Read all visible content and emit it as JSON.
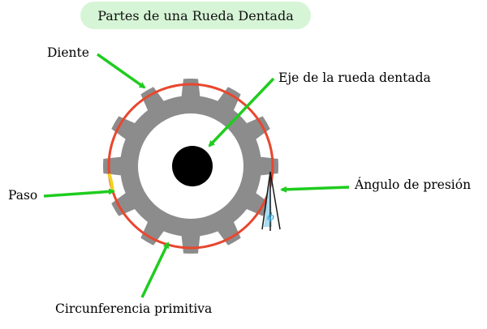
{
  "title": "Partes de una Rueda Dentada",
  "labels": {
    "diente": "Diente",
    "eje": "Eje de la rueda dentada",
    "paso": "Paso",
    "angulo": "Ángulo de presión",
    "circunferencia": "Circunferencia primitiva"
  },
  "symbols": {
    "phi": "ϕ"
  },
  "colors": {
    "gear": "#8c8c8c",
    "pitch_circle": "#e8472f",
    "arrows": "#1fcc1f",
    "pitch_arc": "#f2d21b",
    "angle_fill": "#a9dcef",
    "axle": "#000000",
    "title_bg": "#d6f5d6"
  }
}
